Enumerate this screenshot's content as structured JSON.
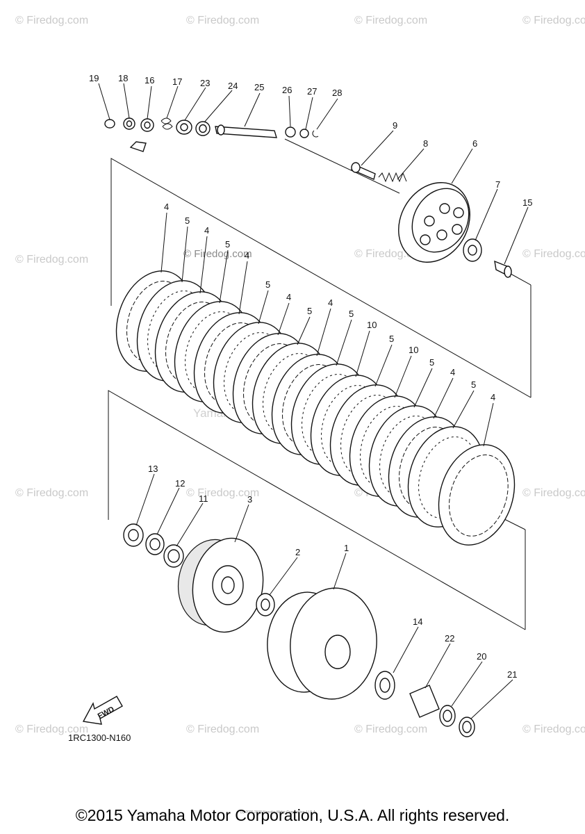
{
  "watermark": "© Firedog.com",
  "center_watermark": "Yamaha Motor Corporation, U.S.A.",
  "diagram_code": "1RC1300-N160",
  "fwd_label": "FWD",
  "fine_print": "(c) 2005-2015 Yamaha Motor Corporation, U.S.A.",
  "copyright": "©2015 Yamaha Motor Corporation, U.S.A. All rights reserved.",
  "callouts": {
    "n19": "19",
    "n18": "18",
    "n16": "16",
    "n17": "17",
    "n23": "23",
    "n24": "24",
    "n25": "25",
    "n26": "26",
    "n27": "27",
    "n28": "28",
    "n9": "9",
    "n8": "8",
    "n6": "6",
    "n7": "7",
    "n15": "15",
    "n13": "13",
    "n12": "12",
    "n11": "11",
    "n3": "3",
    "n2": "2",
    "n1": "1",
    "n14": "14",
    "n22": "22",
    "n20": "20",
    "n21": "21",
    "plate4": "4",
    "plate5": "5",
    "plate10": "10"
  }
}
